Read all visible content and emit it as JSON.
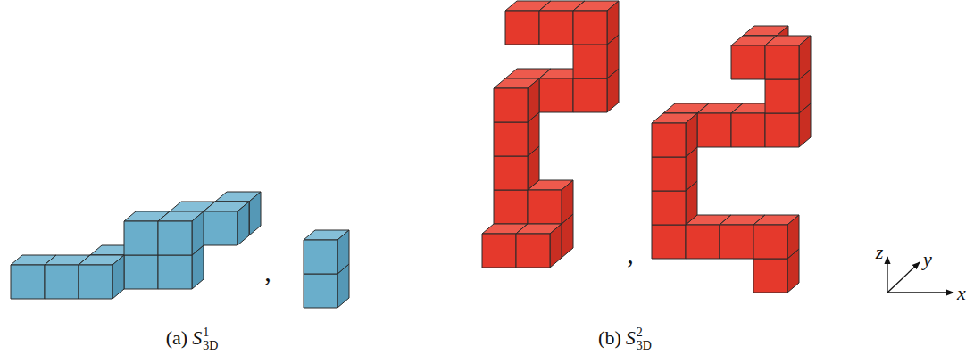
{
  "diagram": {
    "labels": [
      "(a)",
      "S",
      "1",
      "3D",
      ",",
      "(b)",
      "S",
      "2",
      "3D",
      ",",
      "z",
      "y",
      "x"
    ]
  }
}
